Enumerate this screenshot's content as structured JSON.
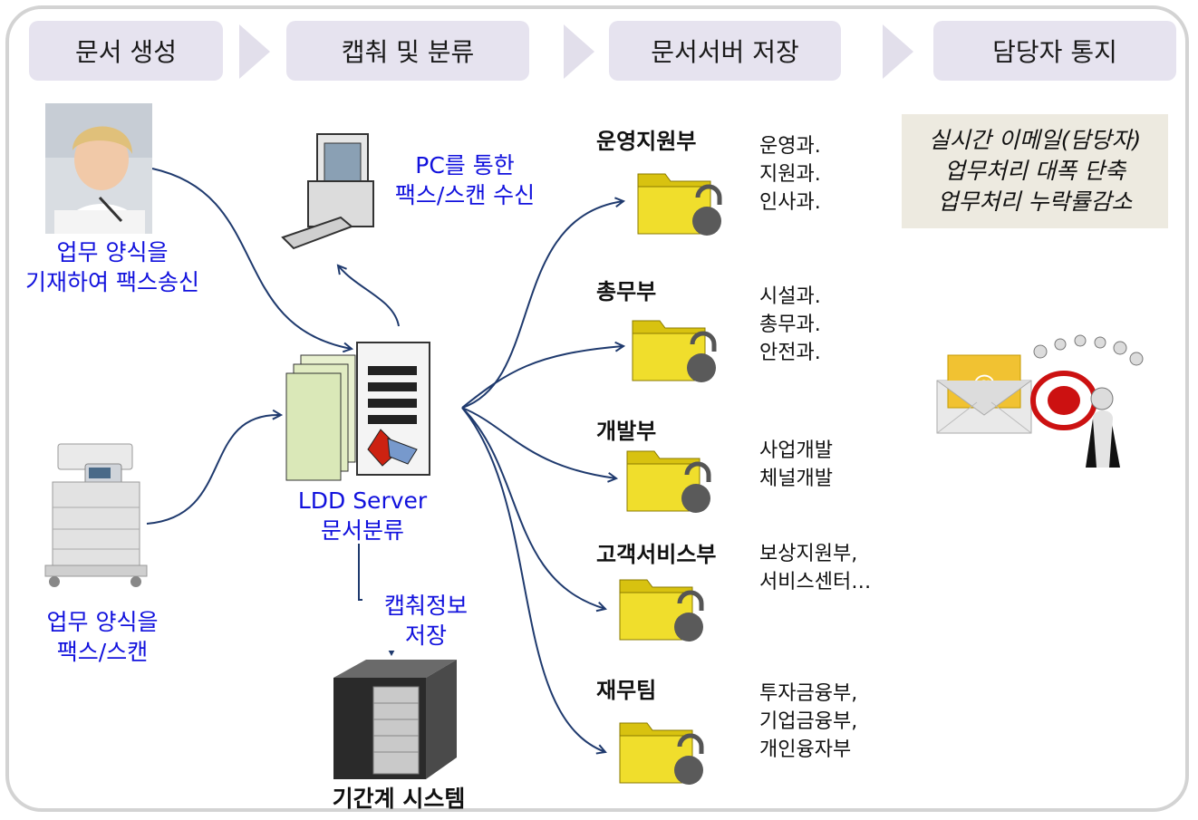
{
  "steps": {
    "create": "문서 생성",
    "capture": "캡춰 및 분류",
    "store": "문서서버 저장",
    "notify": "담당자 통지"
  },
  "labels": {
    "fax_send_1": "업무 양식을",
    "fax_send_2": "기재하여 팩스송신",
    "fax_scan_1": "업무 양식을",
    "fax_scan_2": "팩스/스캔",
    "pc_1": "PC를 통한",
    "pc_2": "팩스/스캔 수신",
    "server_1": "LDD Server",
    "server_2": "문서분류",
    "capture_1": "캡춰정보",
    "capture_2": "저장",
    "core_system": "기간계 시스템"
  },
  "departments": [
    {
      "name": "운영지원부",
      "units": [
        "운영과.",
        "지원과.",
        "인사과."
      ]
    },
    {
      "name": "총무부",
      "units": [
        "시설과.",
        "총무과.",
        "안전과."
      ]
    },
    {
      "name": "개발부",
      "units": [
        "사업개발",
        "체널개발"
      ]
    },
    {
      "name": "고객서비스부",
      "units": [
        "보상지원부,",
        "서비스센터…"
      ]
    },
    {
      "name": "재무팀",
      "units": [
        "투자금융부,",
        "기업금융부,",
        "개인융자부"
      ]
    }
  ],
  "notice": [
    "실시간 이메일(담당자)",
    "업무처리 대폭 단축",
    "업무처리 누락률감소"
  ],
  "colors": {
    "step_bg": "#e6e3ef",
    "arrow": "#1f3a6e",
    "label_blue": "#1111dd",
    "notice_bg": "#edeae0"
  }
}
